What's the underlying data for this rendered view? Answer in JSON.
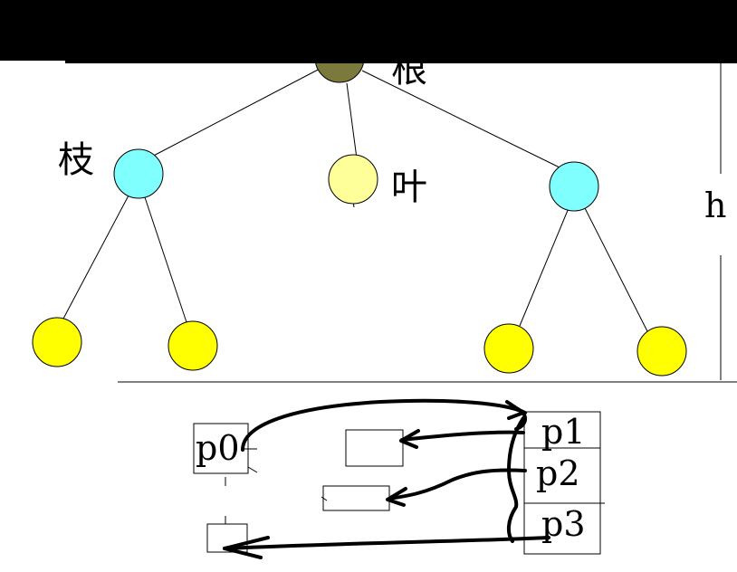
{
  "tree": {
    "labels": {
      "root": "根",
      "branch": "枝",
      "leaf": "叶",
      "height": "h"
    },
    "colors": {
      "root": "#7b7a3c",
      "branch": "#80ffff",
      "middle_leaf": "#ffff99",
      "leaf": "#ffff00",
      "edge": "#000000"
    }
  },
  "memory": {
    "pointers": [
      "p0",
      "p1",
      "p2",
      "p3"
    ]
  },
  "header_bar_color": "#000000"
}
